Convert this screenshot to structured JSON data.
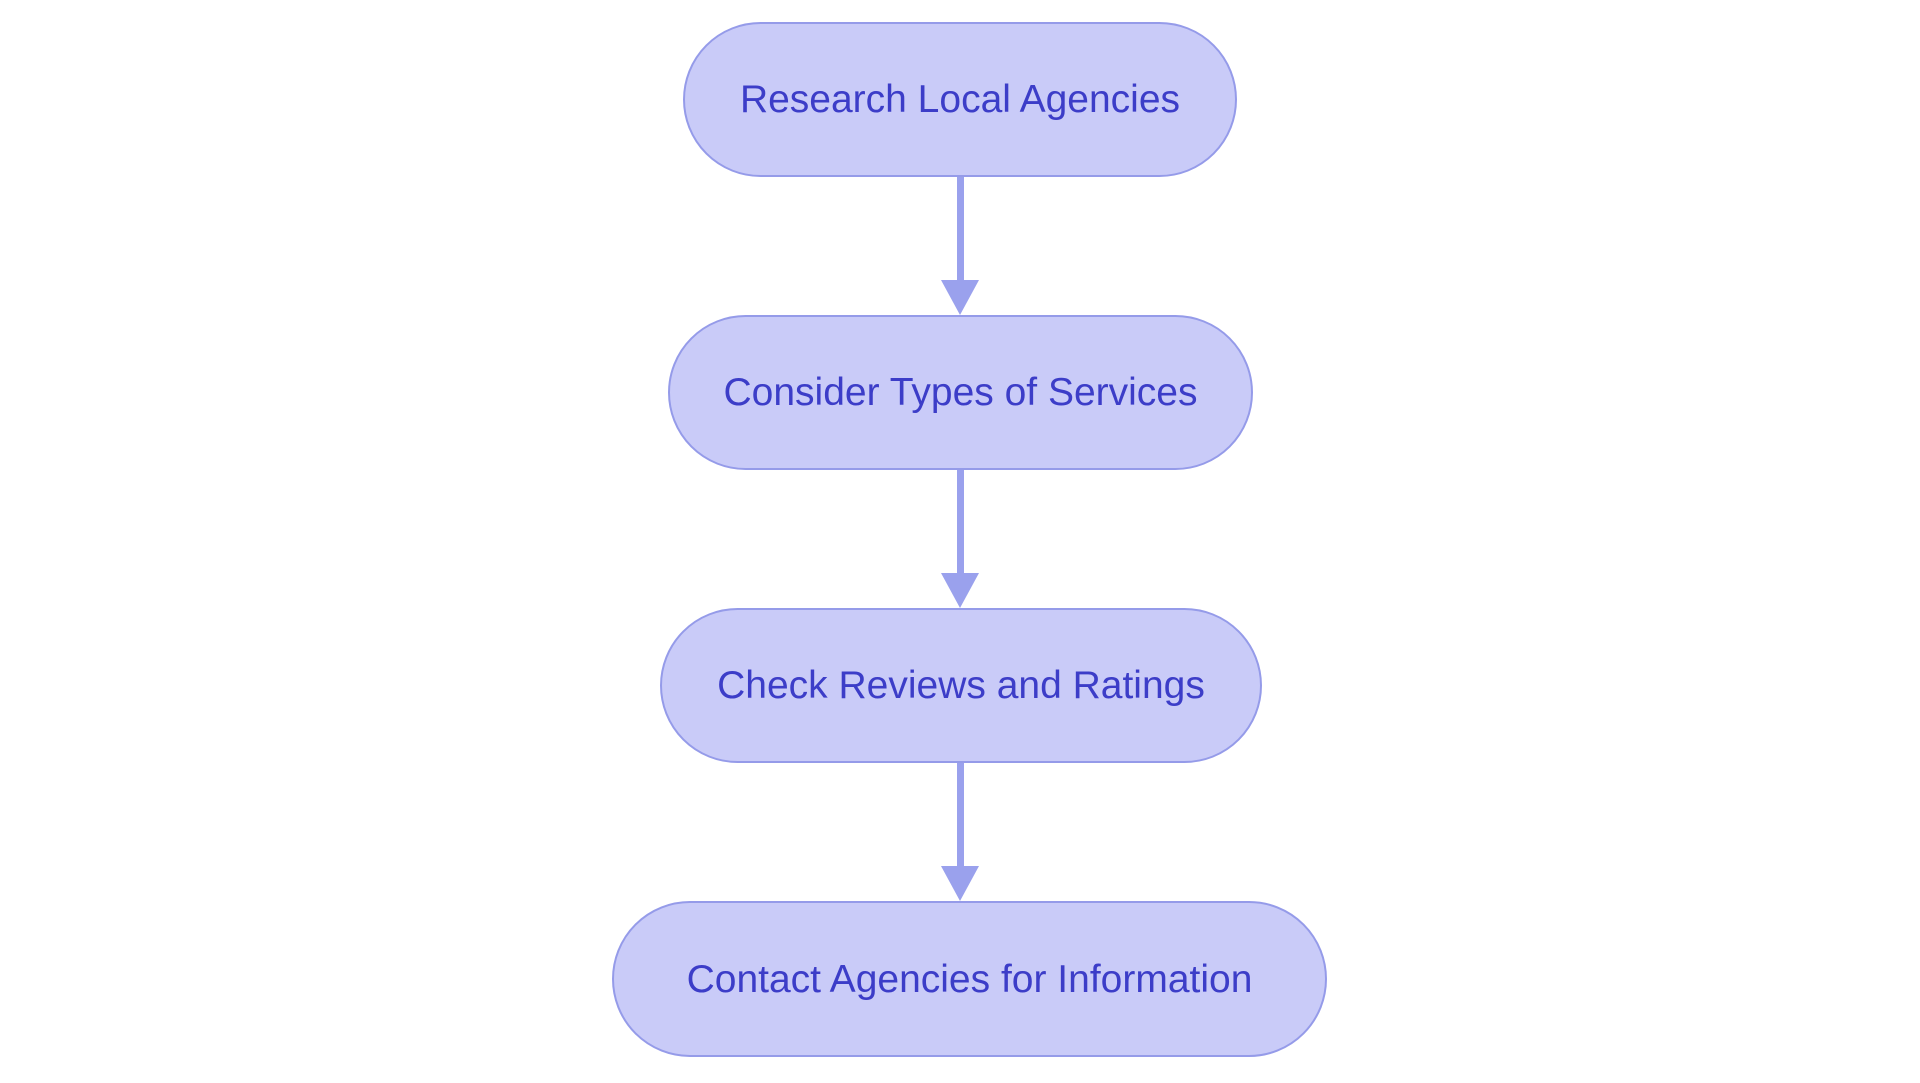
{
  "diagram": {
    "type": "flowchart",
    "direction": "top-down",
    "nodes": [
      {
        "id": "step-1",
        "label": "Research Local Agencies"
      },
      {
        "id": "step-2",
        "label": "Consider Types of Services"
      },
      {
        "id": "step-3",
        "label": "Check Reviews and Ratings"
      },
      {
        "id": "step-4",
        "label": "Contact Agencies for Information"
      }
    ],
    "edges": [
      {
        "from": "step-1",
        "to": "step-2"
      },
      {
        "from": "step-2",
        "to": "step-3"
      },
      {
        "from": "step-3",
        "to": "step-4"
      }
    ]
  },
  "theme": {
    "background": "#ffffff",
    "node_fill": "#c9cbf8",
    "node_border": "#959be9",
    "node_text": "#3c3dc8",
    "arrow": "#9aa1ed"
  }
}
